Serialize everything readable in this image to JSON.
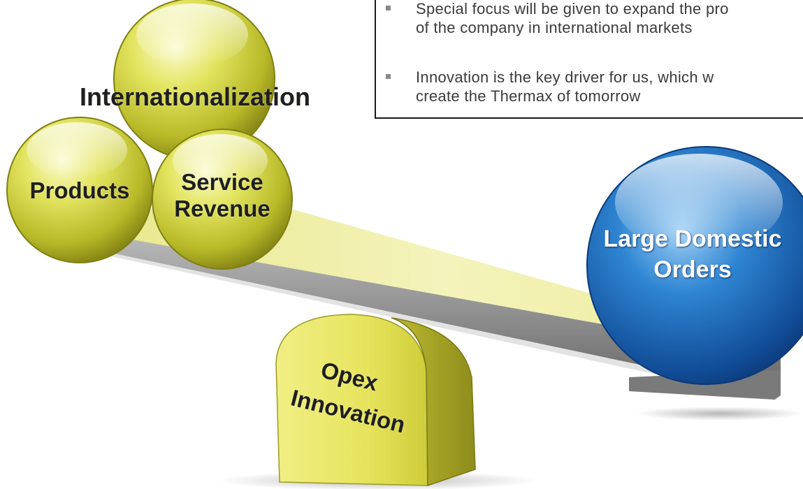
{
  "callout": {
    "bullets": [
      {
        "line1": "Special focus will be given to expand the pro",
        "line2": "of the company in international markets"
      },
      {
        "line1": "Innovation is the key driver for us, which w",
        "line2": "create the Thermax of tomorrow"
      }
    ]
  },
  "balls": {
    "internationalization": "Internationalization",
    "products": "Products",
    "service_line1": "Service",
    "service_line2": "Revenue",
    "domestic_line1": "Large Domestic",
    "domestic_line2": "Orders"
  },
  "fulcrum": {
    "line1": "Opex",
    "line2": "Innovation"
  },
  "colors": {
    "yellow_ball": "#cfd23a",
    "blue_ball": "#1f6fc0",
    "plank": "#ecec9a",
    "fulcrum": "#e8e66a",
    "callout_text": "#3b3b3b"
  }
}
